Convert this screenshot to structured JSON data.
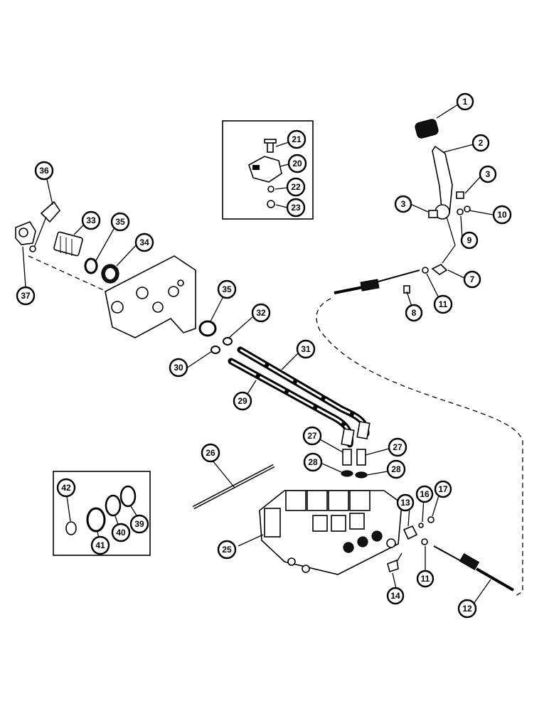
{
  "callouts": [
    "1",
    "2",
    "3",
    "3",
    "10",
    "9",
    "7",
    "11",
    "8",
    "21",
    "20",
    "22",
    "23",
    "36",
    "33",
    "35",
    "34",
    "37",
    "35",
    "32",
    "30",
    "31",
    "29",
    "27",
    "27",
    "28",
    "28",
    "26",
    "42",
    "41",
    "40",
    "39",
    "13",
    "16",
    "17",
    "25",
    "11",
    "14",
    "12"
  ],
  "colors": {
    "ink": "#000000",
    "paper": "#ffffff"
  }
}
